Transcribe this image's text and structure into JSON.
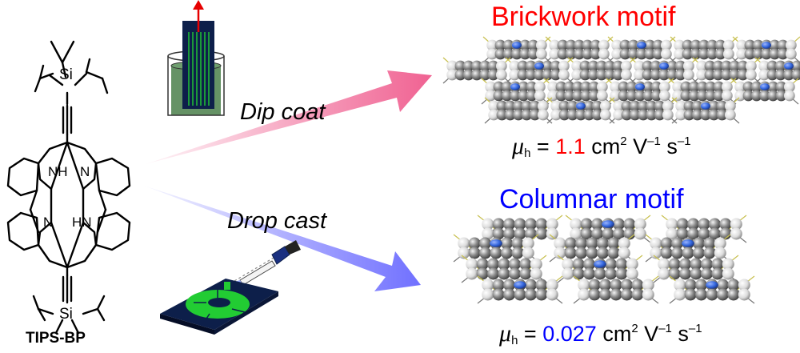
{
  "compound": {
    "name": "TIPS-BP",
    "atoms": {
      "si": "Si",
      "nh": "NH",
      "n": "N",
      "hn": "HN"
    }
  },
  "methods": {
    "top": "Dip coat",
    "bottom": "Drop cast"
  },
  "motifs": {
    "brickwork": {
      "title": "Brickwork motif",
      "mobility_symbol": "μ",
      "mobility_sub": "h",
      "mobility_eq": "=",
      "mobility_value": "1.1",
      "unit_cm": "cm",
      "unit_cm_exp": "2",
      "unit_v": "V",
      "unit_v_exp": "–1",
      "unit_s": "s",
      "unit_s_exp": "–1"
    },
    "columnar": {
      "title": "Columnar motif",
      "mobility_symbol": "μ",
      "mobility_sub": "h",
      "mobility_eq": "=",
      "mobility_value": "0.027",
      "unit_cm": "cm",
      "unit_cm_exp": "2",
      "unit_v": "V",
      "unit_v_exp": "–1",
      "unit_s": "s",
      "unit_s_exp": "–1"
    }
  },
  "colors": {
    "brickwork_accent": "#ff0000",
    "columnar_accent": "#0000ff",
    "dip_arrow": "#f06292",
    "drop_arrow": "#7070ff",
    "film_green": "#22cc33",
    "substrate_navy": "#0d1f4a",
    "molecule_gray": "#7a7a7a",
    "molecule_blue": "#3366dd"
  },
  "icons": [
    "dip-coater-icon",
    "pipette-icon",
    "substrate-film-icon",
    "molecule-structure-icon"
  ]
}
